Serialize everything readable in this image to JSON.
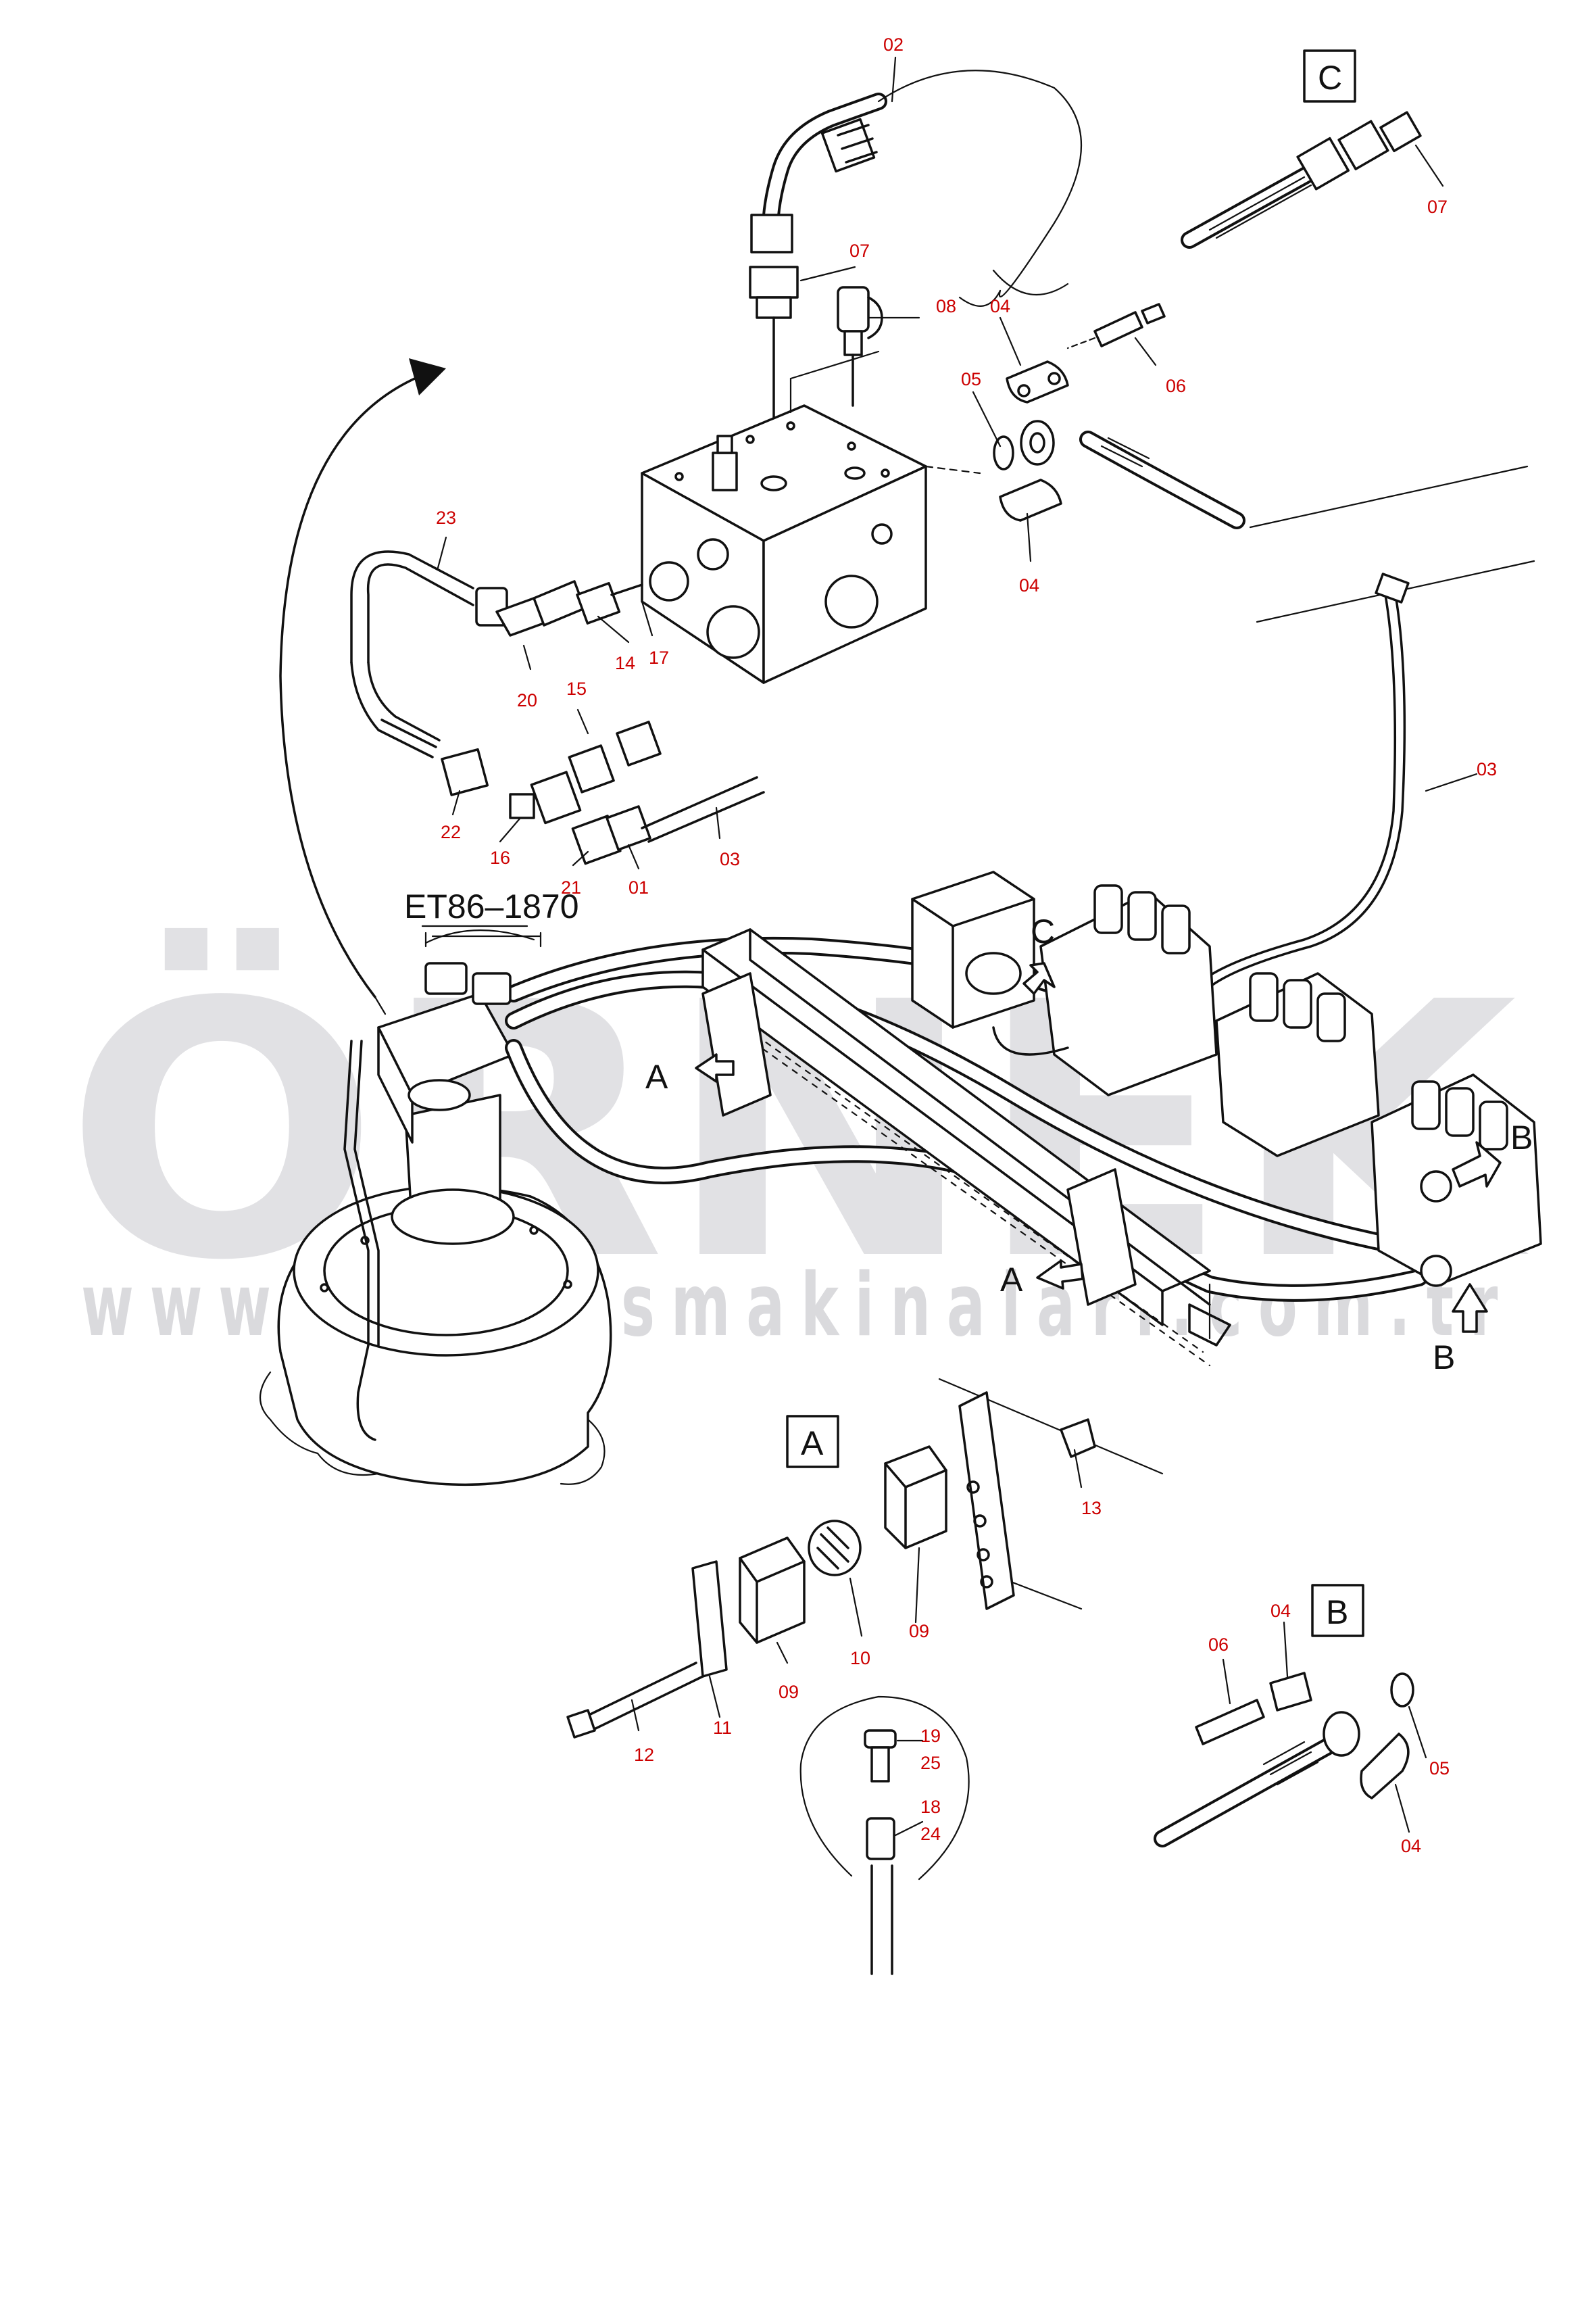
{
  "diagram_ref": "ET86–1870",
  "view_labels": {
    "A": "A",
    "B": "B",
    "C": "C"
  },
  "watermark": {
    "brand": "ÖRNEK",
    "url": "www.ornekismakinalari.com.tr"
  },
  "colors": {
    "line": "#111111",
    "callout": "#cc0000",
    "watermark": "#c9c9ce",
    "accent": "#f1d78a"
  },
  "callouts": [
    {
      "id": "02"
    },
    {
      "id": "07"
    },
    {
      "id": "08"
    },
    {
      "id": "04"
    },
    {
      "id": "05"
    },
    {
      "id": "06"
    },
    {
      "id": "07"
    },
    {
      "id": "04"
    },
    {
      "id": "23"
    },
    {
      "id": "20"
    },
    {
      "id": "14"
    },
    {
      "id": "17"
    },
    {
      "id": "15"
    },
    {
      "id": "22"
    },
    {
      "id": "16"
    },
    {
      "id": "21"
    },
    {
      "id": "01"
    },
    {
      "id": "03"
    },
    {
      "id": "03"
    },
    {
      "id": "13"
    },
    {
      "id": "09"
    },
    {
      "id": "10"
    },
    {
      "id": "09"
    },
    {
      "id": "11"
    },
    {
      "id": "12"
    },
    {
      "id": "19"
    },
    {
      "id": "25"
    },
    {
      "id": "18"
    },
    {
      "id": "24"
    },
    {
      "id": "04"
    },
    {
      "id": "06"
    },
    {
      "id": "05"
    },
    {
      "id": "04"
    }
  ]
}
